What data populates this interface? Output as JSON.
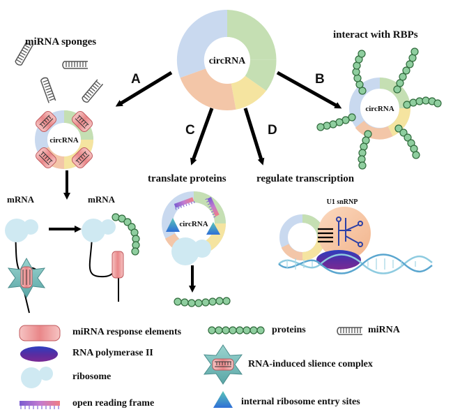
{
  "center_label": "circRNA",
  "sections": {
    "A": {
      "letter": "A",
      "title": "miRNA sponges",
      "circ_label": "circRNA",
      "mrna_left": "mRNA",
      "mrna_right": "mRNA"
    },
    "B": {
      "letter": "B",
      "title": "interact with RBPs",
      "circ_label": "circRNA"
    },
    "C": {
      "letter": "C",
      "title": "translate proteins",
      "circ_label": "circRNA"
    },
    "D": {
      "letter": "D",
      "title": "regulate transcription",
      "complex_label": "U1 snRNP"
    }
  },
  "legend": {
    "mre": "miRNA response elements",
    "polymerase": "RNA polymerase II",
    "ribosome": "ribosome",
    "orf": "open reading frame",
    "proteins": "proteins",
    "mirna": "miRNA",
    "risc": "RNA-induced slience complex",
    "ires": "internal ribosome entry sites"
  },
  "colors": {
    "ring_blue": "#c9d9ef",
    "ring_green": "#c5dfb3",
    "ring_yellow": "#f5e4a0",
    "ring_peach": "#f3c6a8",
    "mre_red": "#e6868a",
    "ribosome": "#cfe9f2",
    "protein_bead": "#8fce9f",
    "polymerase": "#4b2ea0",
    "risc": "#6fb7b5",
    "ires": "#3a8fd0",
    "snrnp": "#f5c8a6"
  },
  "icons": [
    "mirna-icon",
    "ribosome-icon",
    "protein-chain-icon",
    "risc-icon",
    "ires-icon",
    "orf-icon",
    "polymerase-icon",
    "dna-helix-icon"
  ]
}
